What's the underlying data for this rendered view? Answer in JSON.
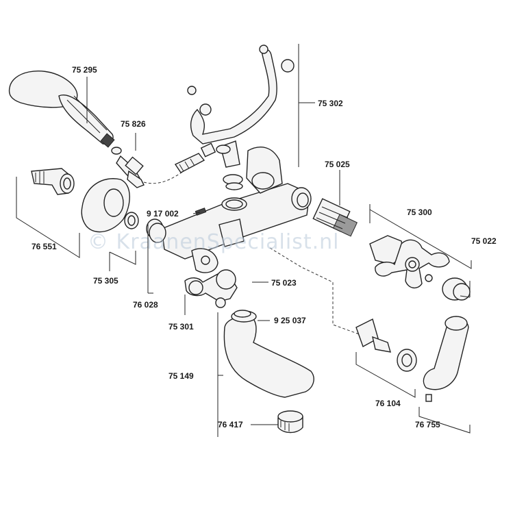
{
  "watermark": "© KraanenSpecialist.nl",
  "labels": {
    "p75295": "75 295",
    "p75826": "75 826",
    "p75302": "75 302",
    "p76551": "76 551",
    "p75305": "75 305",
    "p917002": "9 17 002",
    "p75025": "75 025",
    "p75300": "75 300",
    "p75022": "75 022",
    "p76028": "76 028",
    "p75023": "75 023",
    "p75301": "75 301",
    "p925037": "9 25 037",
    "p75149": "75 149",
    "p76104": "76 104",
    "p76755": "76 755",
    "p76417": "76 417"
  }
}
